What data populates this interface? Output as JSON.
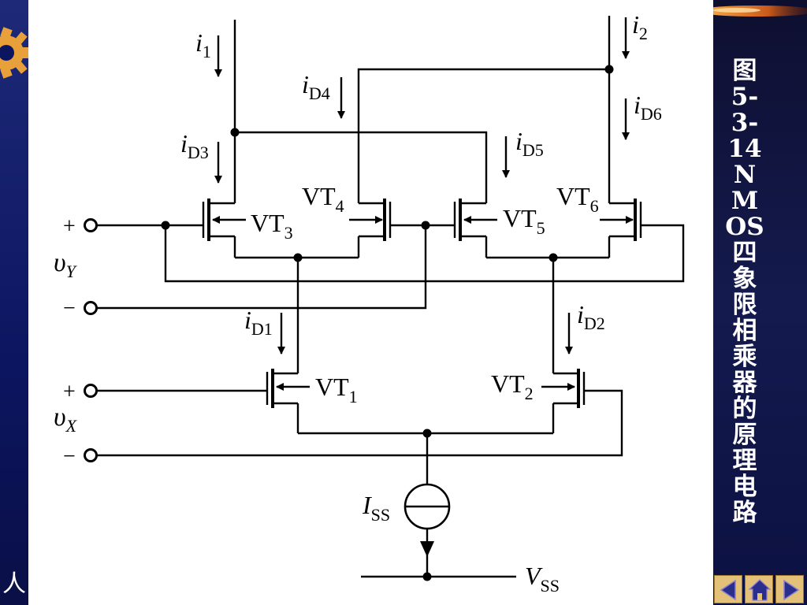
{
  "caption": "图5-3-14 NMOS四象限相乘器的原理电路",
  "left_char": "人",
  "labels": {
    "i1": "i",
    "i1_sub": "1",
    "i2": "i",
    "i2_sub": "2",
    "iD3": "i",
    "iD3_sub": "D3",
    "iD4": "i",
    "iD4_sub": "D4",
    "iD5": "i",
    "iD5_sub": "D5",
    "iD6": "i",
    "iD6_sub": "D6",
    "iD1": "i",
    "iD1_sub": "D1",
    "iD2": "i",
    "iD2_sub": "D2",
    "VT": "VT",
    "VT3_sub": "3",
    "VT4_sub": "4",
    "VT5_sub": "5",
    "VT6_sub": "6",
    "VT1_sub": "1",
    "VT2_sub": "2",
    "plus": "+",
    "minus": "−",
    "vY": "υ",
    "vY_sub": "Y",
    "vX": "υ",
    "vX_sub": "X",
    "ISS": "I",
    "ISS_sub": "SS",
    "VSS": "V",
    "VSS_sub": "SS"
  },
  "nav": {
    "prev": "prev-arrow-icon",
    "home": "home-icon",
    "next": "next-arrow-icon"
  },
  "colors": {
    "left_band": "#0c1560",
    "right_panel": "#141a4e",
    "caption_text": "#ffffff",
    "nav_button": "#e3c178",
    "nav_icon": "#2a2f8c",
    "gear": "#e8a13a"
  }
}
